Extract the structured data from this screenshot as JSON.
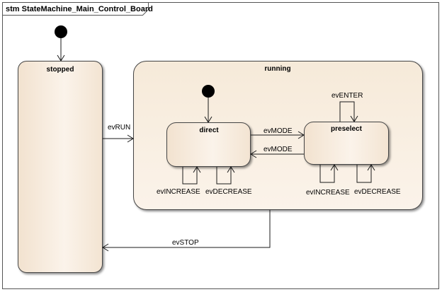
{
  "frame": {
    "title": "stm StateMachine_Main_Control_Board"
  },
  "states": {
    "stopped": "stopped",
    "running": "running",
    "direct": "direct",
    "preselect": "preselect"
  },
  "transitions": {
    "run": "evRUN",
    "stop": "evSTOP",
    "mode_to_preselect": "evMODE",
    "mode_to_direct": "evMODE",
    "enter": "evENTER",
    "direct_increase": "evINCREASE",
    "direct_decrease": "evDECREASE",
    "preselect_increase": "evINCREASE",
    "preselect_decrease": "evDECREASE"
  }
}
